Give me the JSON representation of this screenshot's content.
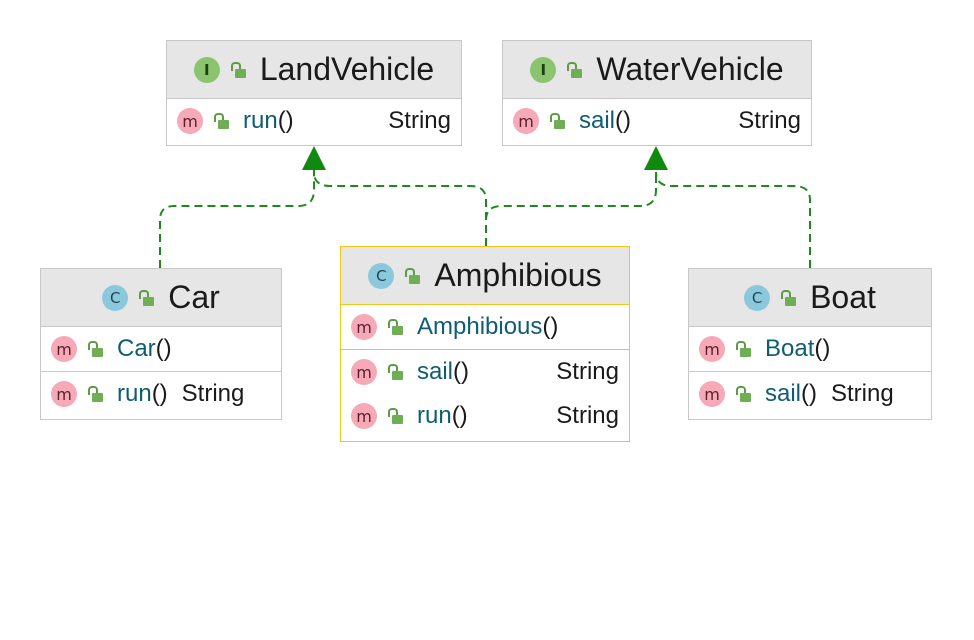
{
  "nodes": {
    "land_vehicle": {
      "kind": "interface",
      "badge": "I",
      "name": "LandVehicle",
      "methods": [
        {
          "badge": "m",
          "name": "run",
          "params": "()",
          "type": "String"
        }
      ]
    },
    "water_vehicle": {
      "kind": "interface",
      "badge": "I",
      "name": "WaterVehicle",
      "methods": [
        {
          "badge": "m",
          "name": "sail",
          "params": "()",
          "type": "String"
        }
      ]
    },
    "car": {
      "kind": "class",
      "badge": "C",
      "name": "Car",
      "constructors": [
        {
          "badge": "m",
          "name": "Car",
          "params": "()"
        }
      ],
      "methods": [
        {
          "badge": "m",
          "name": "run",
          "params": "()",
          "type": "String"
        }
      ]
    },
    "amphibious": {
      "kind": "class",
      "badge": "C",
      "name": "Amphibious",
      "selected": true,
      "constructors": [
        {
          "badge": "m",
          "name": "Amphibious",
          "params": "()"
        }
      ],
      "methods": [
        {
          "badge": "m",
          "name": "sail",
          "params": "()",
          "type": "String"
        },
        {
          "badge": "m",
          "name": "run",
          "params": "()",
          "type": "String"
        }
      ]
    },
    "boat": {
      "kind": "class",
      "badge": "C",
      "name": "Boat",
      "constructors": [
        {
          "badge": "m",
          "name": "Boat",
          "params": "()"
        }
      ],
      "methods": [
        {
          "badge": "m",
          "name": "sail",
          "params": "()",
          "type": "String"
        }
      ]
    }
  },
  "relations": [
    {
      "type": "implements",
      "from": "Car",
      "to": "LandVehicle"
    },
    {
      "type": "implements",
      "from": "Amphibious",
      "to": "LandVehicle"
    },
    {
      "type": "implements",
      "from": "Amphibious",
      "to": "WaterVehicle"
    },
    {
      "type": "implements",
      "from": "Boat",
      "to": "WaterVehicle"
    }
  ],
  "colors": {
    "edge": "#1e8a1e",
    "arrowhead": "#0f8a0f",
    "header_bg": "#e6e6e6",
    "border": "#c8c8c8",
    "selected_border": "#f5c518",
    "member_name": "#0f5d73",
    "interface_badge": "#8cc36f",
    "class_badge": "#8bc8dc",
    "method_badge": "#f6a9b7"
  },
  "icons": {
    "interface": "interface-icon",
    "class": "class-icon",
    "method": "method-icon",
    "visibility": "public-lock-icon"
  }
}
